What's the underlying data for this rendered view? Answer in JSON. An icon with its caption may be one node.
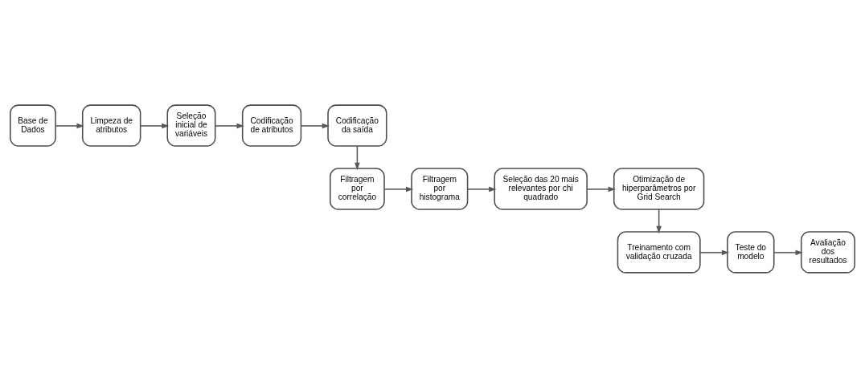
{
  "diagram": {
    "nodes": [
      {
        "text": [
          "Base de Dados"
        ]
      },
      {
        "text": [
          "Limpeza de atributos"
        ]
      },
      {
        "text": [
          "Seleção inicial de variáveis"
        ]
      },
      {
        "text": [
          "Codificação de atributos"
        ]
      },
      {
        "text": [
          "Codificação da saída"
        ]
      },
      {
        "text": [
          "Filtragem por correlação"
        ]
      },
      {
        "text": [
          "Filtragem por histograma"
        ]
      },
      {
        "text": [
          "Seleção das 20 mais relevantes por chi quadrado"
        ]
      },
      {
        "text": [
          "Otimização de hiperparâmetros por Grid Search"
        ]
      },
      {
        "text": [
          "Treinamento com validação cruzada"
        ]
      },
      {
        "text": [
          "Teste do modelo"
        ]
      },
      {
        "text": [
          "Avaliação dos resultados"
        ]
      }
    ],
    "edges": [
      {
        "from": 0,
        "to": 1,
        "arrow": "to"
      },
      {
        "from": 1,
        "to": 2,
        "arrow": "to"
      },
      {
        "from": 2,
        "to": 3,
        "arrow": "to"
      },
      {
        "from": 3,
        "to": 4,
        "arrow": "to"
      },
      {
        "from": 4,
        "to": 5,
        "arrow": "to"
      },
      {
        "from": 5,
        "to": 6,
        "arrow": "to"
      },
      {
        "from": 6,
        "to": 7,
        "arrow": "to"
      },
      {
        "from": 7,
        "to": 8,
        "arrow": "to"
      },
      {
        "from": 8,
        "to": 9,
        "arrow": "to"
      },
      {
        "from": 9,
        "to": 10,
        "arrow": "to"
      },
      {
        "from": 10,
        "to": 11,
        "arrow": "to"
      }
    ]
  }
}
